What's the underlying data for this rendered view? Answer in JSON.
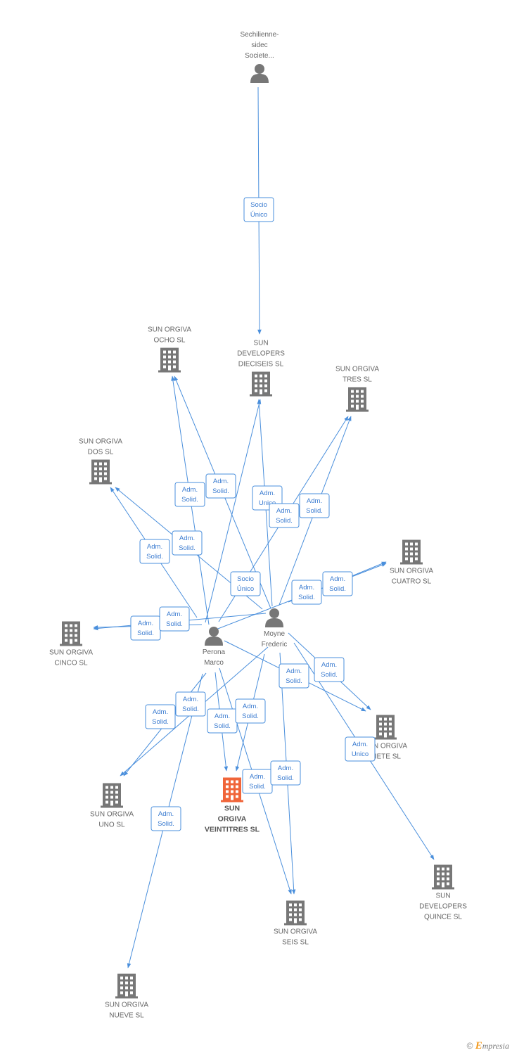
{
  "colors": {
    "edge": "#4a8fdc",
    "node_gray": "#777777",
    "main_company": "#f0653a"
  },
  "nodes": [
    {
      "id": "sechilienne",
      "type": "person",
      "label": [
        "Sechilienne-",
        "sidec",
        "Societe..."
      ]
    },
    {
      "id": "sun_dev_16",
      "type": "company",
      "label": [
        "SUN",
        "DEVELOPERS",
        "DIECISEIS SL"
      ]
    },
    {
      "id": "sun_orgiva_8",
      "type": "company",
      "label": [
        "SUN ORGIVA",
        "OCHO SL"
      ]
    },
    {
      "id": "sun_orgiva_3",
      "type": "company",
      "label": [
        "SUN ORGIVA",
        "TRES SL"
      ]
    },
    {
      "id": "sun_orgiva_2",
      "type": "company",
      "label": [
        "SUN ORGIVA",
        "DOS SL"
      ]
    },
    {
      "id": "sun_orgiva_4",
      "type": "company",
      "label": [
        "SUN ORGIVA",
        "CUATRO SL"
      ]
    },
    {
      "id": "sun_orgiva_5",
      "type": "company",
      "label": [
        "SUN ORGIVA",
        "CINCO SL"
      ]
    },
    {
      "id": "moyne",
      "type": "person",
      "label": [
        "Moyne",
        "Frederic"
      ]
    },
    {
      "id": "perona",
      "type": "person",
      "label": [
        "Perona",
        "Marco"
      ]
    },
    {
      "id": "sun_orgiva_7",
      "type": "company",
      "label": [
        "SUN ORGIVA",
        "SIETE SL"
      ]
    },
    {
      "id": "sun_orgiva_1",
      "type": "company",
      "label": [
        "SUN ORGIVA",
        "UNO SL"
      ]
    },
    {
      "id": "sun_orgiva_23",
      "type": "company",
      "main": true,
      "label": [
        "SUN",
        "ORGIVA",
        "VEINTITRES SL"
      ]
    },
    {
      "id": "sun_dev_15",
      "type": "company",
      "label": [
        "SUN",
        "DEVELOPERS",
        "QUINCE SL"
      ]
    },
    {
      "id": "sun_orgiva_6",
      "type": "company",
      "label": [
        "SUN ORGIVA",
        "SEIS SL"
      ]
    },
    {
      "id": "sun_orgiva_9",
      "type": "company",
      "label": [
        "SUN ORGIVA",
        "NUEVE SL"
      ]
    }
  ],
  "edges": [
    {
      "from": "sechilienne",
      "to": "sun_dev_16",
      "label": [
        "Socio",
        "Único"
      ]
    },
    {
      "from": "perona",
      "to": "sun_orgiva_8",
      "label": [
        "Adm.",
        "Solid."
      ]
    },
    {
      "from": "moyne",
      "to": "sun_orgiva_8",
      "label": [
        "Adm.",
        "Solid."
      ]
    },
    {
      "from": "perona",
      "to": "sun_dev_16",
      "label": [
        "Socio",
        "Único"
      ]
    },
    {
      "from": "moyne",
      "to": "sun_dev_16",
      "label": [
        "Adm.",
        "Unico"
      ]
    },
    {
      "from": "perona",
      "to": "sun_orgiva_3",
      "label": [
        "Adm.",
        "Solid."
      ]
    },
    {
      "from": "moyne",
      "to": "sun_orgiva_3",
      "label": [
        "Adm.",
        "Solid."
      ]
    },
    {
      "from": "perona",
      "to": "sun_orgiva_2",
      "label": [
        "Adm.",
        "Solid."
      ]
    },
    {
      "from": "moyne",
      "to": "sun_orgiva_2",
      "label": [
        "Adm.",
        "Solid."
      ]
    },
    {
      "from": "perona",
      "to": "sun_orgiva_4",
      "label": [
        "Adm.",
        "Solid."
      ]
    },
    {
      "from": "moyne",
      "to": "sun_orgiva_4",
      "label": [
        "Adm.",
        "Solid."
      ]
    },
    {
      "from": "perona",
      "to": "sun_orgiva_5",
      "label": [
        "Adm.",
        "Solid."
      ]
    },
    {
      "from": "moyne",
      "to": "sun_orgiva_5",
      "label": [
        "Adm.",
        "Solid."
      ]
    },
    {
      "from": "perona",
      "to": "sun_orgiva_7",
      "label": [
        "Adm.",
        "Solid."
      ]
    },
    {
      "from": "moyne",
      "to": "sun_orgiva_7",
      "label": [
        "Adm.",
        "Solid."
      ]
    },
    {
      "from": "perona",
      "to": "sun_orgiva_1",
      "label": [
        "Adm.",
        "Solid."
      ]
    },
    {
      "from": "moyne",
      "to": "sun_orgiva_1",
      "label": [
        "Adm.",
        "Solid."
      ]
    },
    {
      "from": "perona",
      "to": "sun_orgiva_23",
      "label": [
        "Adm.",
        "Solid."
      ]
    },
    {
      "from": "moyne",
      "to": "sun_orgiva_23",
      "label": [
        "Adm.",
        "Solid."
      ]
    },
    {
      "from": "moyne",
      "to": "sun_dev_15",
      "label": [
        "Adm.",
        "Unico"
      ]
    },
    {
      "from": "perona",
      "to": "sun_orgiva_6",
      "label": [
        "Adm.",
        "Solid."
      ]
    },
    {
      "from": "moyne",
      "to": "sun_orgiva_6",
      "label": [
        "Adm.",
        "Solid."
      ]
    },
    {
      "from": "perona",
      "to": "sun_orgiva_9",
      "label": [
        "Adm.",
        "Solid."
      ]
    }
  ],
  "footer": {
    "copyright": "©",
    "brand_initial": "E",
    "brand_rest": "mpresia"
  }
}
